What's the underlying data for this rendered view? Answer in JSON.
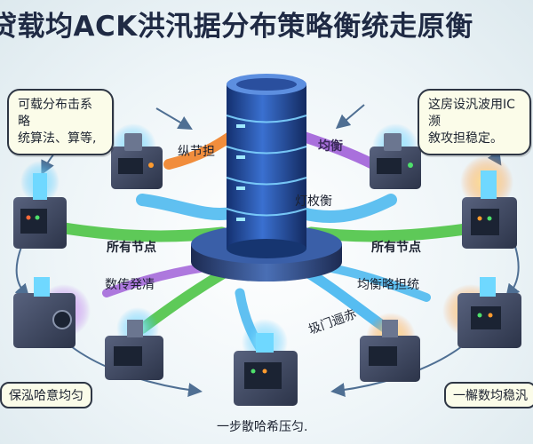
{
  "title": "贷载均ACK洪汛据分布策略衡统走原衡",
  "callouts": {
    "top_left": [
      "可载分布击系略",
      "统算法、算等,"
    ],
    "top_right": [
      "这房设汎波用IC濒",
      "敘攻担稳定。"
    ]
  },
  "labels": {
    "near_top_left": "纵节担",
    "near_top_right": "均衡",
    "center": "灯枚衡",
    "mid_left": "所有节点",
    "mid_right": "所有节点",
    "lower_left": "数传発凊",
    "lower_right": "均衡略担统",
    "lower_center": "圾门逦赤",
    "bottom_left": "保泓哈意均匀",
    "bottom_right": "一檞数均稳汎",
    "bottom_center": "一步散哈希压匀."
  },
  "colors": {
    "server_body": "#3a4560",
    "db_blue": "#1e3f8f",
    "flow_orange": "#f07a1a",
    "flow_purple": "#9b58d6",
    "flow_blue": "#3ab2ee",
    "flow_green": "#43c13b",
    "arrow": "#4f6f93"
  }
}
